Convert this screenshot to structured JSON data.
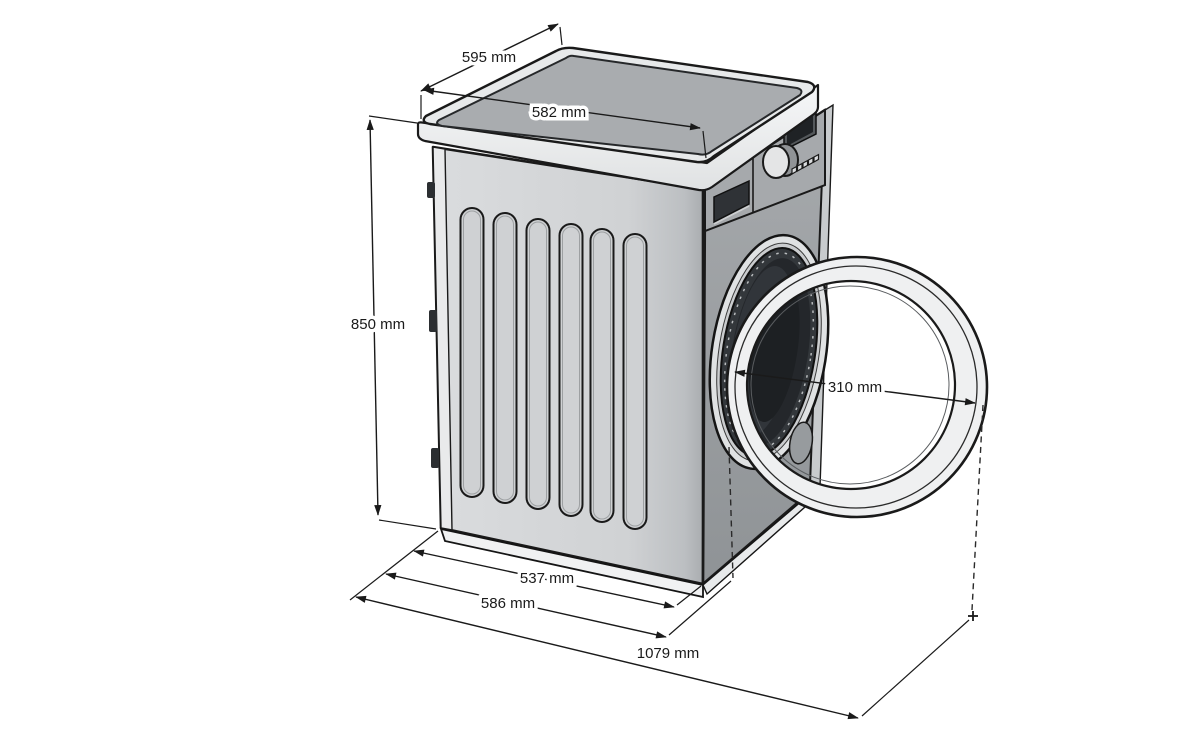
{
  "diagram": {
    "subject": "Front-loading washing machine, isometric technical dimension drawing with porthole door open",
    "unit": "mm",
    "dimensions": {
      "top_depth": "595 mm",
      "top_width": "582 mm",
      "height": "850 mm",
      "door_diameter": "310 mm",
      "base_depth": "537 mm",
      "depth_door_closed": "586 mm",
      "depth_door_open": "1079 mm"
    }
  },
  "colors": {
    "background": "#ffffff",
    "line": "#1a1a1a",
    "top_surface": "#a9acaf",
    "top_rim": "#eceeef",
    "side_panel": "#d5d7d9",
    "front_panel": "#9da0a3",
    "drum_dark": "#26292d",
    "door_ring": "#eff0f1"
  }
}
